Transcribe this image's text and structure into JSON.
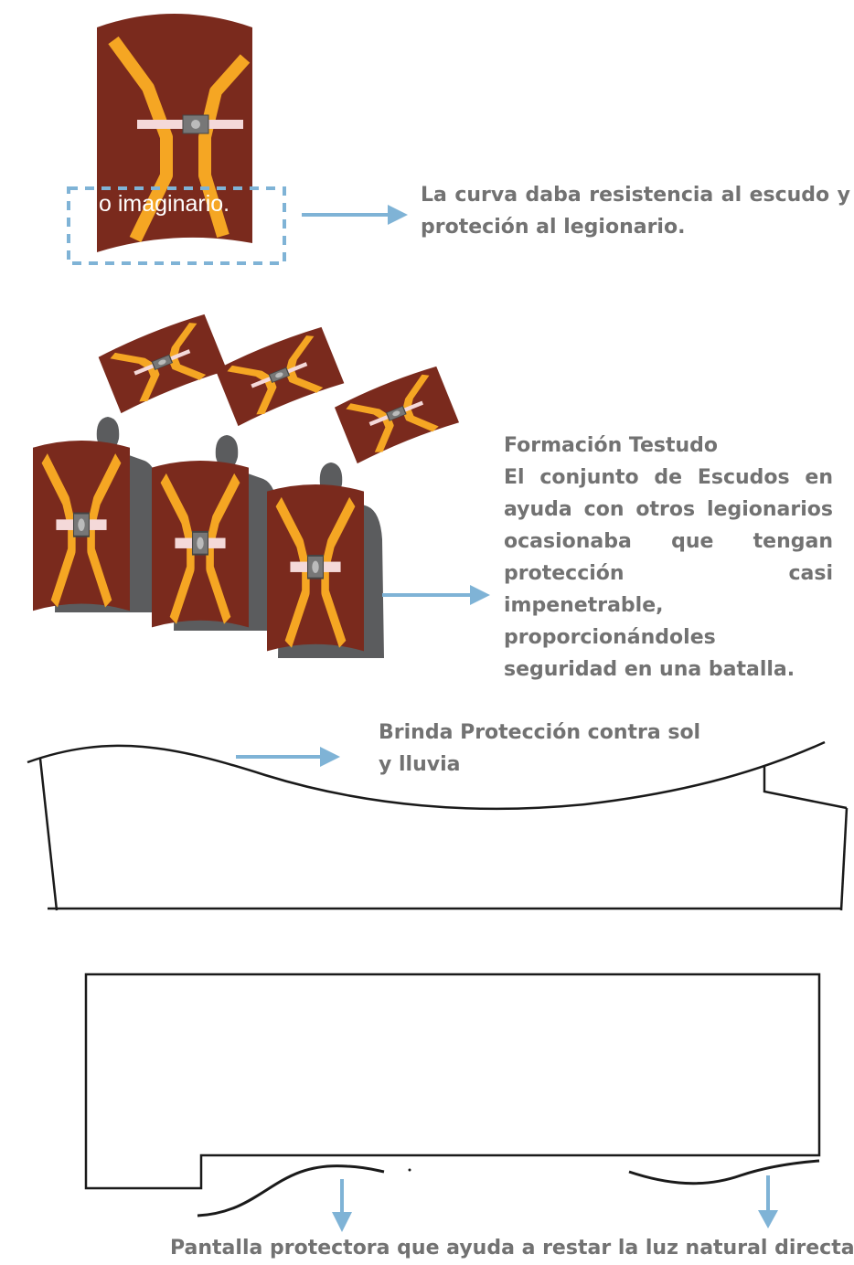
{
  "shield_overlay_text": "o imaginario.",
  "captions": {
    "curve": "La curva daba resistencia al escudo y proteción al legionario.",
    "testudo_title": "Formación Testudo",
    "testudo_body": "El conjunto de Escudos en ayuda con otros legionarios ocasionaba que tengan protección casi impenetrable, proporcionándoles seguridad en una batalla.",
    "roof": "Brinda Protección contra sol y lluvia",
    "screen": "Pantalla protectora que ayuda a restar la luz natural directa"
  },
  "colors": {
    "shield": "#7a2a1d",
    "shield_pattern": "#f5a623",
    "boss": "#777777",
    "bar": "#f4d9d9",
    "soldier": "#5b5c5e",
    "arrow": "#7fb3d6",
    "caption_text": "#727272",
    "line": "#1a1a1a"
  }
}
